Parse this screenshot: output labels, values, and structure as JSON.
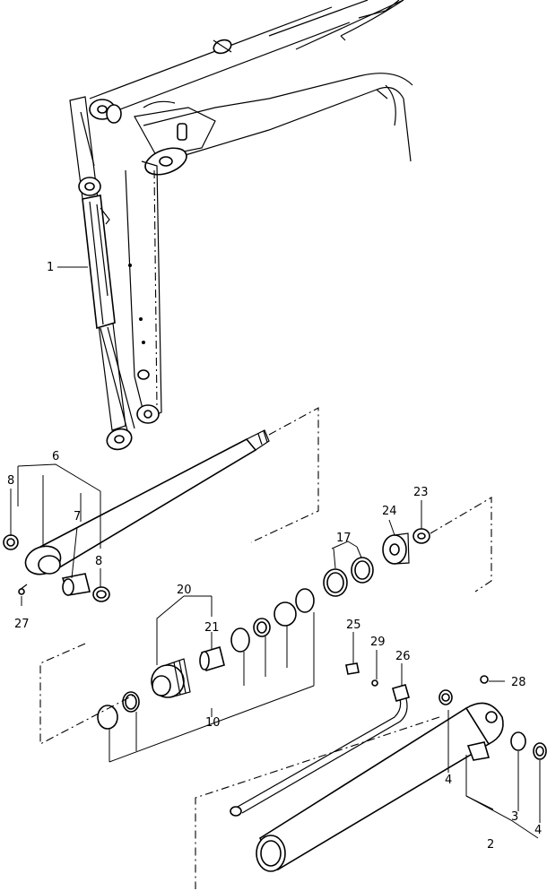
{
  "callouts": [
    {
      "id": "c1",
      "text": "1"
    },
    {
      "id": "c2",
      "text": "2"
    },
    {
      "id": "c3",
      "text": "3"
    },
    {
      "id": "c4a",
      "text": "4"
    },
    {
      "id": "c4b",
      "text": "4"
    },
    {
      "id": "c6",
      "text": "6"
    },
    {
      "id": "c7",
      "text": "7"
    },
    {
      "id": "c8a",
      "text": "8"
    },
    {
      "id": "c8b",
      "text": "8"
    },
    {
      "id": "c10",
      "text": "10"
    },
    {
      "id": "c17",
      "text": "17"
    },
    {
      "id": "c20",
      "text": "20"
    },
    {
      "id": "c21",
      "text": "21"
    },
    {
      "id": "c23",
      "text": "23"
    },
    {
      "id": "c24",
      "text": "24"
    },
    {
      "id": "c25",
      "text": "25"
    },
    {
      "id": "c26",
      "text": "26"
    },
    {
      "id": "c27",
      "text": "27"
    },
    {
      "id": "c28",
      "text": "28"
    },
    {
      "id": "c29",
      "text": "29"
    }
  ]
}
